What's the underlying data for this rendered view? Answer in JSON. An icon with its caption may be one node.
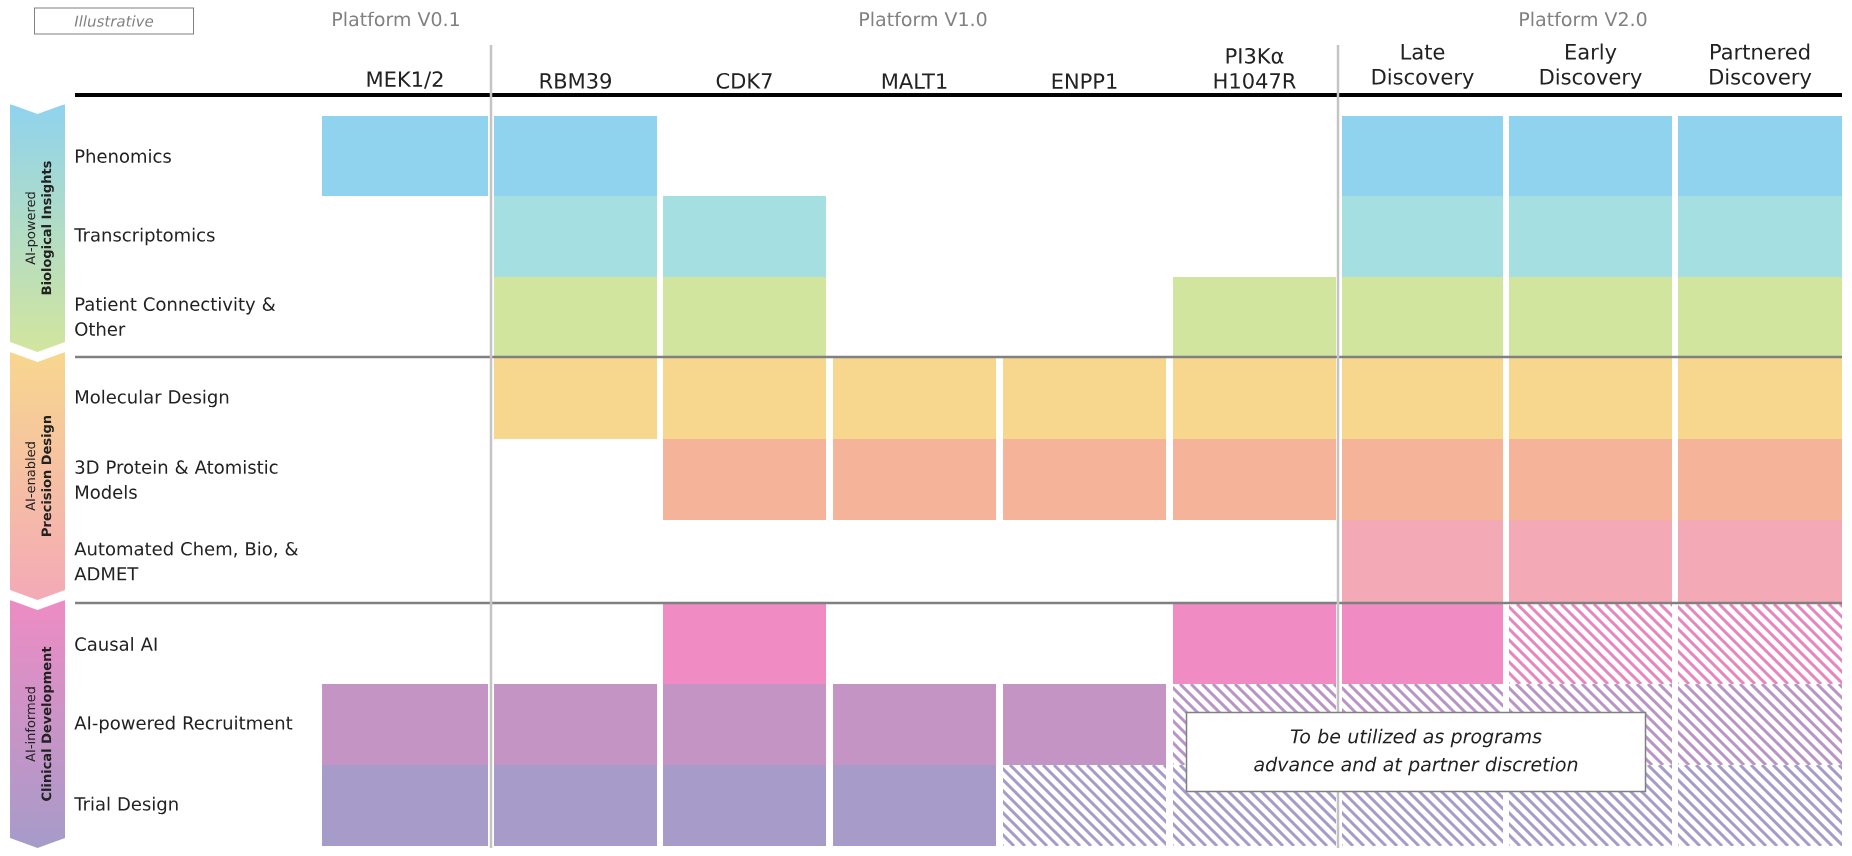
{
  "diagram": {
    "nodes": [
      {
        "text": [
          "Illustrative"
        ]
      },
      {
        "text": [
          "AI-powered",
          "Biological Insights"
        ]
      },
      {
        "text": [
          "AI-enabled",
          "Precision Design"
        ]
      },
      {
        "text": [
          "AI-informed",
          "Clinical Development"
        ]
      },
      {
        "text": [
          "To be utilized as programs advance and at partner discretion"
        ]
      }
    ],
    "labels": [
      "Platform V0.1",
      "Platform V1.0",
      "Platform V2.0",
      "MEK1/2",
      "RBM39",
      "CDK7",
      "MALT1",
      "ENPP1",
      "PI3Kα H1047R",
      "Late Discovery",
      "Early Discovery",
      "Partnered Discovery",
      "Phenomics",
      "Transcriptomics",
      "Patient Connectivity & Other",
      "Molecular Design",
      "3D Protein & Atomistic Models",
      "Automated Chem, Bio, & ADMET",
      "Causal AI",
      "AI-powered Recruitment",
      "Trial Design"
    ]
  }
}
